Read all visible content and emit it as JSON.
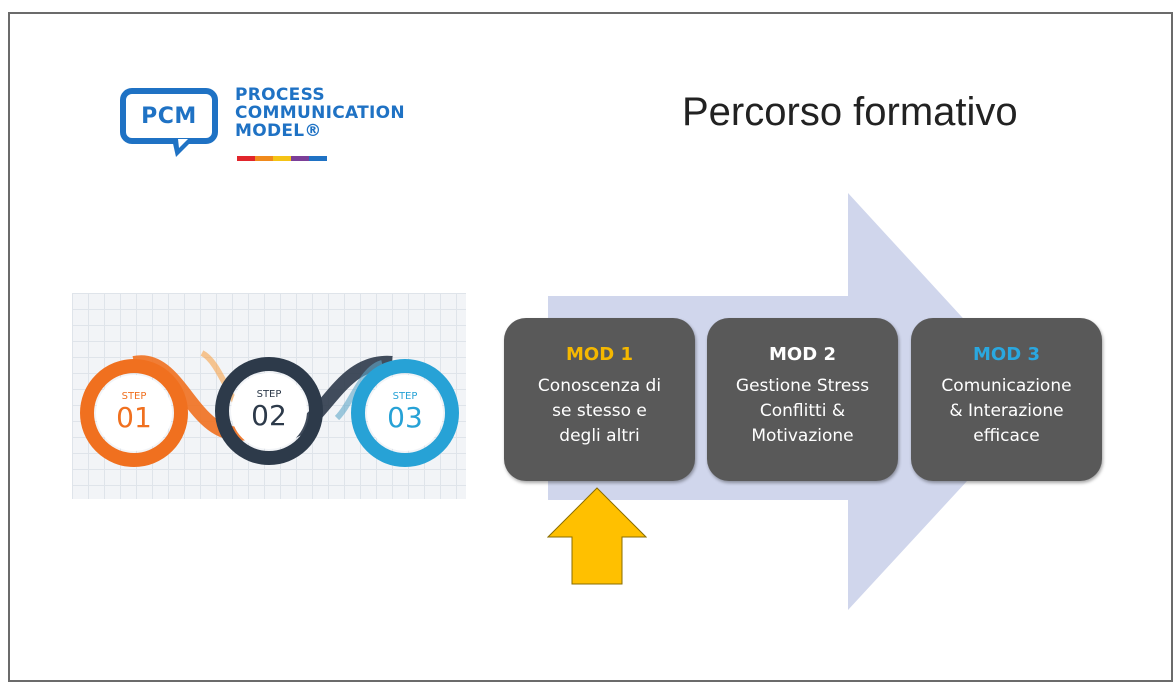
{
  "logo": {
    "badge": "PCM",
    "lines": [
      "PROCESS",
      "COMMUNICATION",
      "MODEL®"
    ],
    "stripe_colors": [
      "#e1252b",
      "#f08a1c",
      "#f5c316",
      "#7b3f98",
      "#1f72c4"
    ]
  },
  "title": "Percorso formativo",
  "steps_image": {
    "steps": [
      {
        "label": "STEP",
        "number": "01",
        "color": "#f0701f"
      },
      {
        "label": "STEP",
        "number": "02",
        "color": "#2d3a4a"
      },
      {
        "label": "STEP",
        "number": "03",
        "color": "#27a2d6"
      }
    ]
  },
  "modules": [
    {
      "head": "MOD 1",
      "head_color": "#f5b800",
      "lines": [
        "Conoscenza di",
        "se stesso e",
        "degli altri"
      ]
    },
    {
      "head": "MOD 2",
      "head_color": "#ffffff",
      "lines": [
        "Gestione Stress",
        "Conflitti &",
        "Motivazione"
      ]
    },
    {
      "head": "MOD 3",
      "head_color": "#2aa8e0",
      "lines": [
        "Comunicazione",
        "& Interazione",
        "efficace"
      ]
    }
  ],
  "colors": {
    "big_arrow": "#d0d6ec",
    "module_box": "#595959",
    "pointer_arrow": "#ffc000"
  }
}
